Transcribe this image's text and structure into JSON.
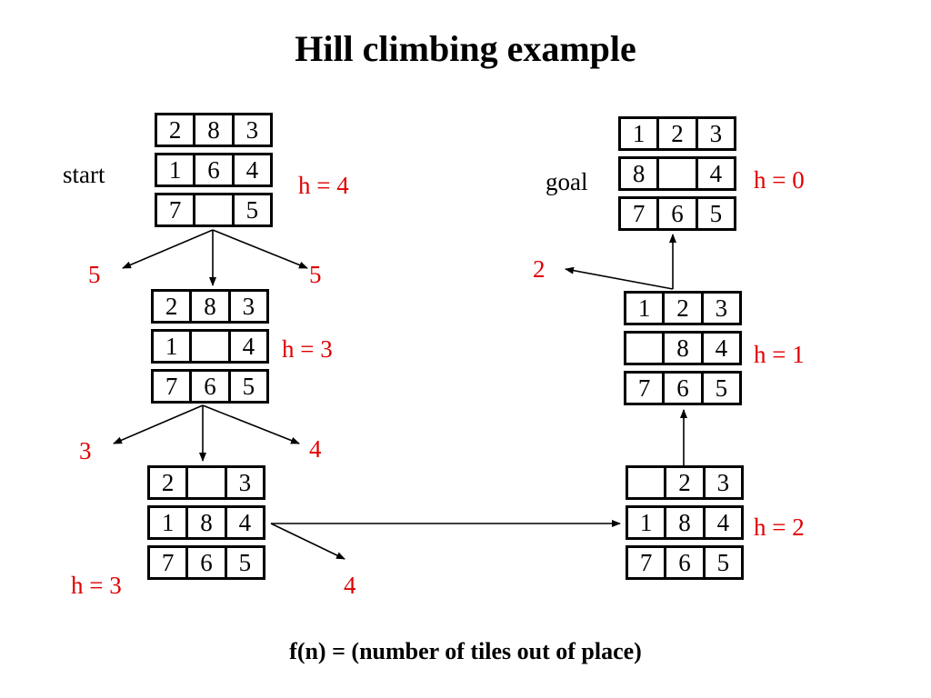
{
  "title": "Hill climbing example",
  "footer": "f(n) = (number of tiles out of place)",
  "colors": {
    "text": "#000000",
    "heuristic": "#e00000"
  },
  "states": {
    "start": {
      "label": "start",
      "h": "h = 4",
      "rows": [
        [
          "2",
          "8",
          "3"
        ],
        [
          "1",
          "6",
          "4"
        ],
        [
          "7",
          "",
          "5"
        ]
      ]
    },
    "level2": {
      "h": "h = 3",
      "rows": [
        [
          "2",
          "8",
          "3"
        ],
        [
          "1",
          "",
          "4"
        ],
        [
          "7",
          "6",
          "5"
        ]
      ]
    },
    "level3": {
      "h": "h = 3",
      "rows": [
        [
          "2",
          "",
          "3"
        ],
        [
          "1",
          "8",
          "4"
        ],
        [
          "7",
          "6",
          "5"
        ]
      ]
    },
    "right_bottom": {
      "h": "h = 2",
      "rows": [
        [
          "",
          "2",
          "3"
        ],
        [
          "1",
          "8",
          "4"
        ],
        [
          "7",
          "6",
          "5"
        ]
      ]
    },
    "right_middle": {
      "h": "h = 1",
      "rows": [
        [
          "1",
          "2",
          "3"
        ],
        [
          "",
          "8",
          "4"
        ],
        [
          "7",
          "6",
          "5"
        ]
      ]
    },
    "goal": {
      "label": "goal",
      "h": "h = 0",
      "rows": [
        [
          "1",
          "2",
          "3"
        ],
        [
          "8",
          "",
          "4"
        ],
        [
          "7",
          "6",
          "5"
        ]
      ]
    }
  },
  "branch_values": {
    "start_left": "5",
    "start_right": "5",
    "level2_left": "3",
    "level2_right": "4",
    "level3_right": "4",
    "right_middle_left": "2"
  }
}
